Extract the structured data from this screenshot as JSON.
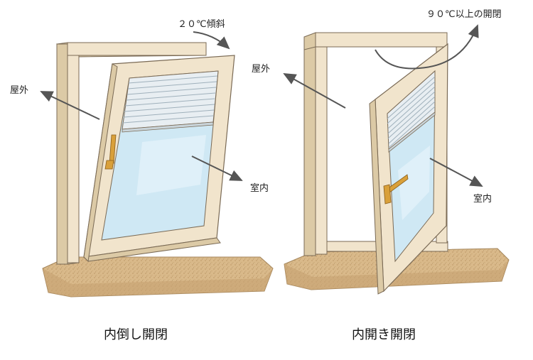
{
  "colors": {
    "frame": "#f1e4cc",
    "frame_shade": "#dccaa6",
    "frame_edge": "#7a6a55",
    "glass": "#cfe8f4",
    "glass_light": "#e6f4fb",
    "blind": "#e8eef2",
    "blind_line": "#9fb0bb",
    "sill": "#d9b98a",
    "sill_edge": "#a5865c",
    "handle": "#d9a03a",
    "arrow": "#555555"
  },
  "diagrams": [
    {
      "id": "tilt",
      "rotation_label": "２０℃傾斜",
      "outside_label": "屋外",
      "inside_label": "室内",
      "caption": "内倒し開閉"
    },
    {
      "id": "swing",
      "rotation_label": "９０℃以上の開閉",
      "outside_label": "屋外",
      "inside_label": "室内",
      "caption": "内開き開閉"
    }
  ]
}
